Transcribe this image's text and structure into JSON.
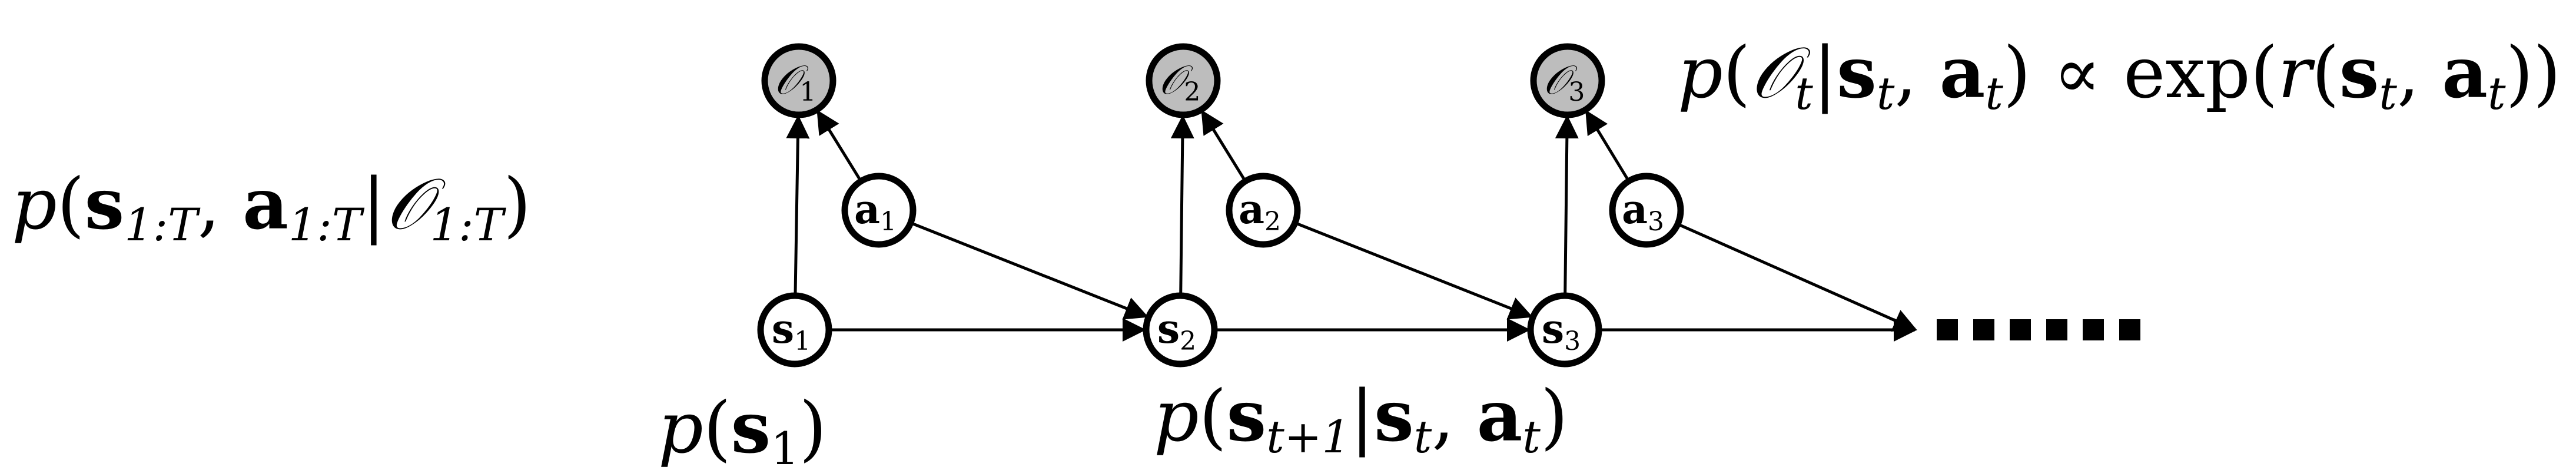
{
  "diagram": {
    "nodes": [
      {
        "id": "O1",
        "symbol": "𝒪",
        "sub": "1",
        "observed": true
      },
      {
        "id": "O2",
        "symbol": "𝒪",
        "sub": "2",
        "observed": true
      },
      {
        "id": "O3",
        "symbol": "𝒪",
        "sub": "3",
        "observed": true
      },
      {
        "id": "a1",
        "symbol": "a",
        "sub": "1",
        "observed": false
      },
      {
        "id": "a2",
        "symbol": "a",
        "sub": "2",
        "observed": false
      },
      {
        "id": "a3",
        "symbol": "a",
        "sub": "3",
        "observed": false
      },
      {
        "id": "s1",
        "symbol": "s",
        "sub": "1",
        "observed": false
      },
      {
        "id": "s2",
        "symbol": "s",
        "sub": "2",
        "observed": false
      },
      {
        "id": "s3",
        "symbol": "s",
        "sub": "3",
        "observed": false
      }
    ],
    "edges": [
      [
        "s1",
        "O1"
      ],
      [
        "a1",
        "O1"
      ],
      [
        "s1",
        "s2"
      ],
      [
        "a1",
        "s2"
      ],
      [
        "s2",
        "O2"
      ],
      [
        "a2",
        "O2"
      ],
      [
        "s2",
        "s3"
      ],
      [
        "a2",
        "s3"
      ],
      [
        "s3",
        "O3"
      ],
      [
        "a3",
        "O3"
      ],
      [
        "s3",
        "continuation"
      ],
      [
        "a3",
        "continuation"
      ]
    ],
    "colors": {
      "observed_fill": "#bdbdbd",
      "node_fill": "#ffffff",
      "stroke": "#000000"
    }
  },
  "labels": {
    "posterior": {
      "p": "p",
      "open": "(",
      "s": "s",
      "s_sub": "1:T",
      "comma": ", ",
      "a": "a",
      "a_sub": "1:T",
      "bar": "|",
      "O": "𝒪",
      "O_sub": "1:T",
      "close": ")"
    },
    "optimality": {
      "p": "p",
      "open": "(",
      "O": "𝒪",
      "O_sub": "t",
      "bar": "|",
      "s": "s",
      "s_sub": "t",
      "comma1": ", ",
      "a": "a",
      "a_sub": "t",
      "close": ")",
      "prop": " ∝ ",
      "exp": "exp(",
      "r": "r",
      "open2": "(",
      "s2": "s",
      "s2_sub": "t",
      "comma2": ", ",
      "a2": "a",
      "a2_sub": "t",
      "close2": "))"
    },
    "initial": {
      "p": "p",
      "open": "(",
      "s": "s",
      "s_sub": "1",
      "close": ")"
    },
    "transition": {
      "p": "p",
      "open": "(",
      "s": "s",
      "s_sub": "t+1",
      "bar": "|",
      "s2": "s",
      "s2_sub": "t",
      "comma": ", ",
      "a": "a",
      "a_sub": "t",
      "close": ")"
    }
  },
  "continuation": {
    "dot_count": 6,
    "color": "#000000"
  }
}
